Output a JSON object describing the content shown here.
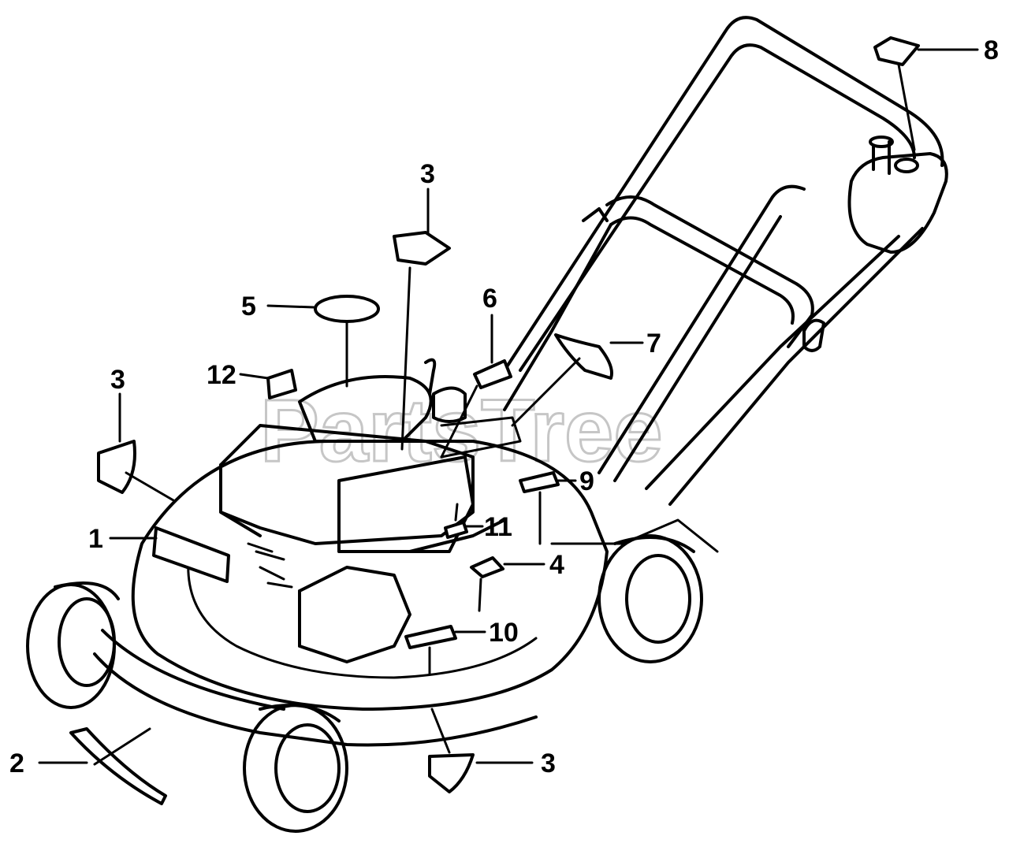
{
  "watermark": "PartsTree",
  "callouts": {
    "c1": "1",
    "c2": "2",
    "c3a": "3",
    "c3b": "3",
    "c3c": "3",
    "c4": "4",
    "c5": "5",
    "c6": "6",
    "c7": "7",
    "c8": "8",
    "c9": "9",
    "c10": "10",
    "c11": "11",
    "c12": "12"
  }
}
